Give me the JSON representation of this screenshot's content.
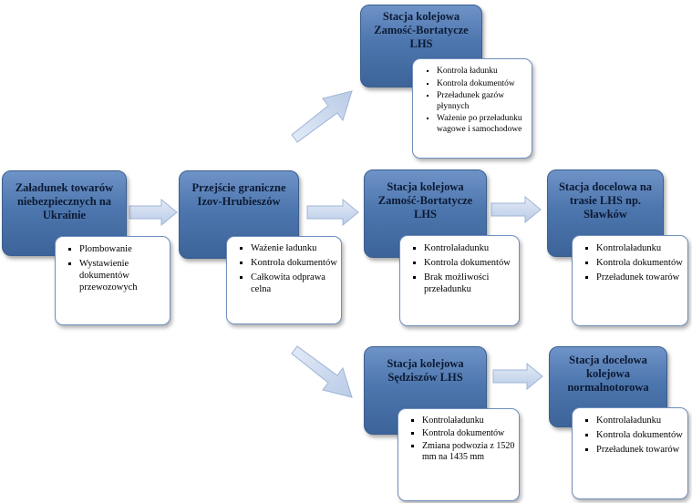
{
  "boxes": {
    "loading": {
      "title": "Załadunek towarów niebezpiecznych na Ukrainie",
      "items": [
        "Plombowanie",
        "Wystawienie dokumentów przewozowych"
      ]
    },
    "border": {
      "title": "Przejście graniczne Izov-Hrubieszów",
      "items": [
        "Ważenie ładunku",
        "Kontrola dokumentów",
        "Całkowita odprawa celna"
      ]
    },
    "zamosc_top": {
      "title": "Stacja kolejowa Zamość-Bortatycze LHS",
      "items": [
        "Kontrola ładunku",
        "Kontrola dokumentów",
        "Przeładunek gazów płynnych",
        "Ważenie po przeładunku wagowe i samochodowe"
      ]
    },
    "zamosc_mid": {
      "title": "Stacja kolejowa Zamość-Bortatycze LHS",
      "items": [
        "Kontrolaładunku",
        "Kontrola dokumentów",
        "Brak możliwości przeładunku"
      ]
    },
    "slawkow": {
      "title": "Stacja docelowa na trasie LHS np. Sławków",
      "items": [
        "Kontrolaładunku",
        "Kontrola dokumentów",
        "Przeładunek towarów"
      ]
    },
    "sedziszow": {
      "title": "Stacja kolejowa Sędziszów LHS",
      "items": [
        "Kontrolaładunku",
        "Kontrola dokumentów",
        "Zmiana podwozia z 1520 mm na 1435 mm"
      ]
    },
    "normal": {
      "title": "Stacja docelowa kolejowa normalnotorowa",
      "items": [
        "Kontrolaładunku",
        "Kontrola dokumentów",
        "Przeładunek towarów"
      ]
    }
  },
  "colors": {
    "box_fill": "#4d76ae",
    "box_border": "#3a5f8f",
    "arrow_fill": "#c5d4ec",
    "arrow_stroke": "#9fb4d8"
  }
}
